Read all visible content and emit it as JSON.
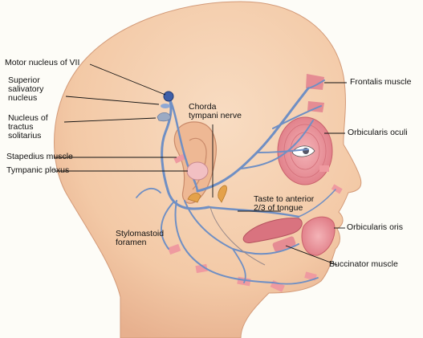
{
  "labels": {
    "motor_nucleus": "Motor nucleus of VII",
    "superior_salivatory": "Superior\nsalivatory\nnucleus",
    "nucleus_tractus": "Nucleus of\ntractus\nsolitarius",
    "stapedius": "Stapedius muscle",
    "tympanic_plexus": "Tympanic plexus",
    "chorda_tympani": "Chorda\ntympani nerve",
    "taste": "Taste to anterior\n2/3 of tongue",
    "stylomastoid": "Stylomastoid\nforamen",
    "frontalis": "Frontalis muscle",
    "orbicularis_oculi": "Orbicularis oculi",
    "orbicularis_oris": "Orbicularis oris",
    "buccinator": "Buccinator muscle"
  },
  "colors": {
    "skin": "#f3c9a6",
    "skin_shadow": "#e3a98a",
    "nerve": "#6f8fc4",
    "muscle": "#e8878f",
    "muscle_dark": "#c95f6a",
    "tongue": "#d9737f",
    "leader": "#111111",
    "background": "#fdfcf7"
  }
}
